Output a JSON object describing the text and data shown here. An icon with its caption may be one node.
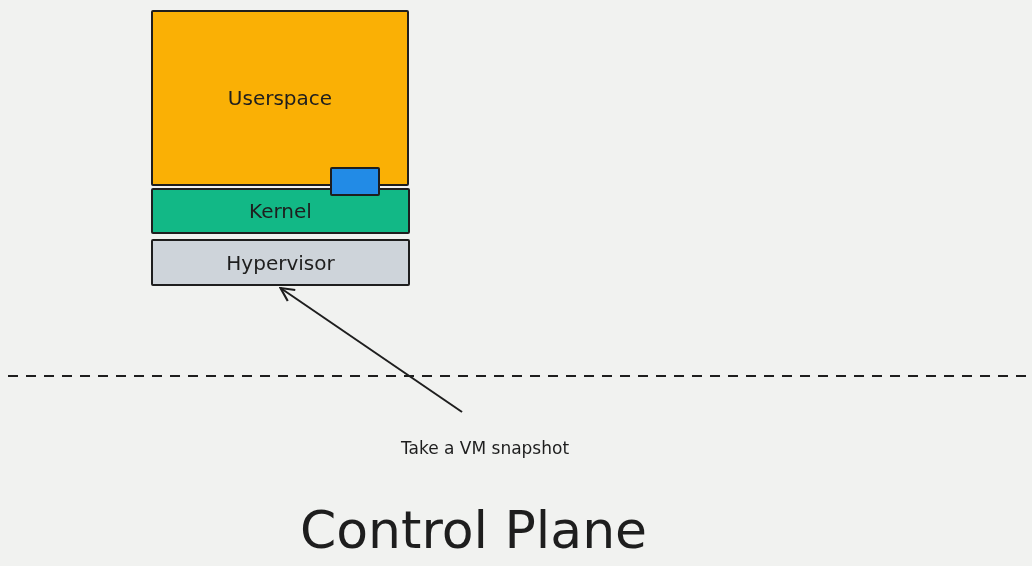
{
  "diagram": {
    "nodes": [
      {
        "text": [
          "Userspace"
        ]
      },
      {
        "text": [],
        "shape": "box"
      },
      {
        "text": [
          "Kernel"
        ]
      },
      {
        "text": [
          "Hypervisor"
        ]
      },
      {
        "text": [
          "Take a VM snapshot"
        ]
      }
    ],
    "edges": [
      {
        "from": 4,
        "to": 3,
        "arrow": "to"
      }
    ],
    "labels": [
      "Control Plane"
    ]
  }
}
